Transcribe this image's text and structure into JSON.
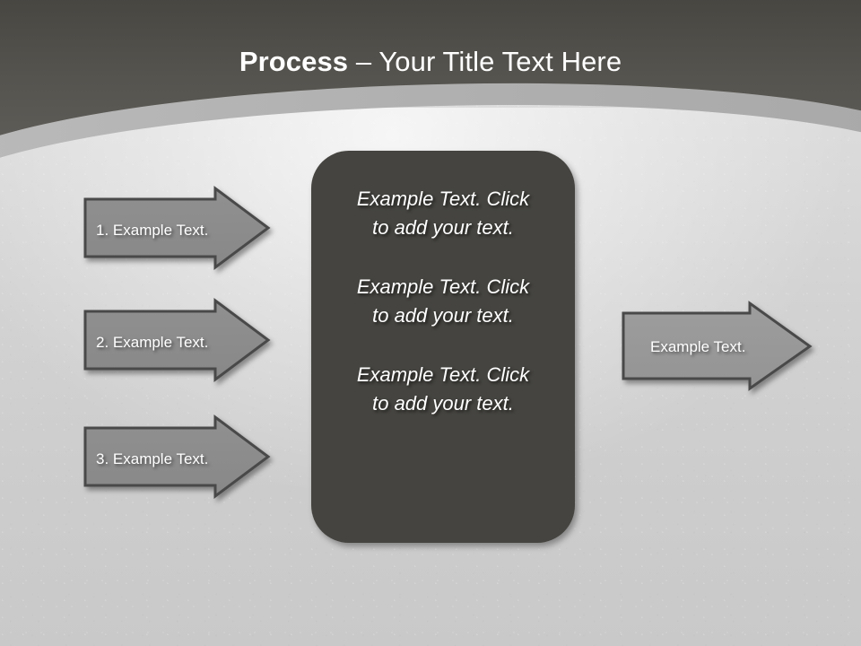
{
  "slide": {
    "title": {
      "strong": "Process",
      "rest": " – Your Title Text Here"
    },
    "colors": {
      "header_dark": "#4b4945",
      "arc_band": "#b3b3b3",
      "body_light": "#d3d3d3",
      "center_box": "#454440",
      "arrow_fill": "#8c8c8c",
      "arrow_fill_right": "#9a9a9a",
      "arrow_stroke": "#4a4a4a",
      "text_white": "#ffffff"
    }
  },
  "steps": [
    {
      "label": "1. Example Text."
    },
    {
      "label": "2. Example Text."
    },
    {
      "label": "3. Example Text."
    }
  ],
  "center": {
    "blocks": [
      {
        "text": "Example Text. Click  to add your text."
      },
      {
        "text": "Example Text. Click  to add your text."
      },
      {
        "text": "Example Text. Click  to add your text."
      }
    ]
  },
  "output": {
    "label": "Example Text."
  }
}
